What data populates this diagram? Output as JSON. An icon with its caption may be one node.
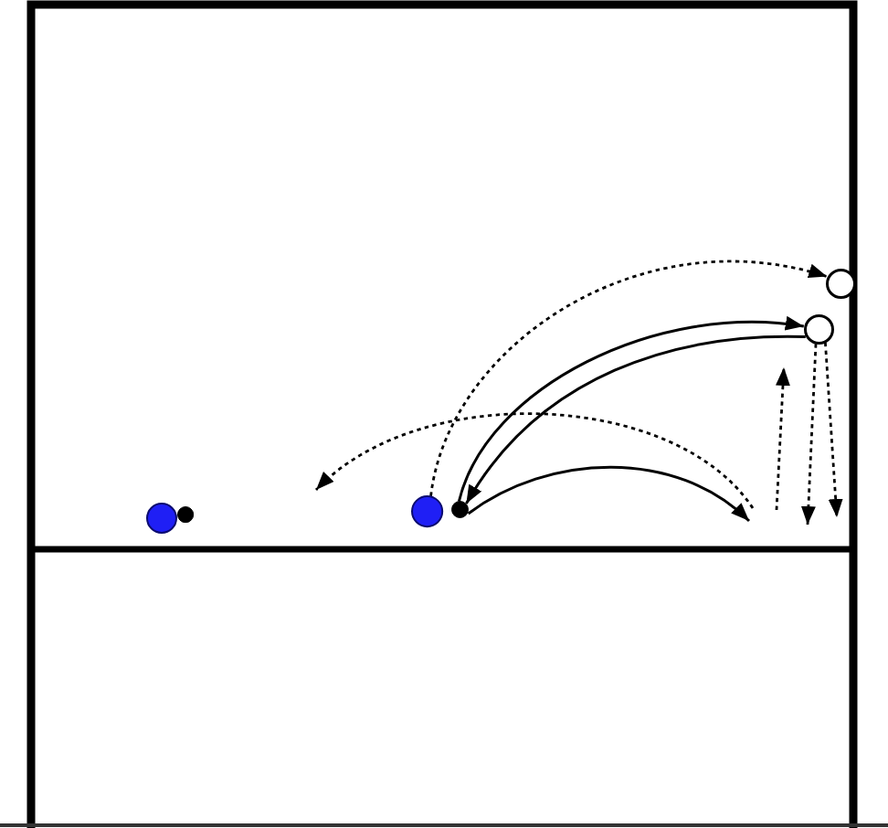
{
  "diagram": {
    "nodes": [
      {
        "text": [],
        "shape": "circle"
      },
      {
        "text": [],
        "shape": "dot"
      },
      {
        "text": [],
        "shape": "circle"
      },
      {
        "text": [],
        "shape": "dot"
      },
      {
        "text": [],
        "shape": "circle"
      },
      {
        "text": [],
        "shape": "circle"
      }
    ],
    "edges": [
      {
        "from": 2,
        "to": 5,
        "arrow": "to",
        "style": "dashed"
      },
      {
        "from": 3,
        "to": 4,
        "arrow": "to"
      },
      {
        "from": 4,
        "to": 3,
        "arrow": "to"
      },
      {
        "from": 3,
        "to": null,
        "arrow": "to"
      },
      {
        "from": 4,
        "to": null,
        "arrow": "to",
        "style": "dashed"
      },
      {
        "from": 4,
        "to": null,
        "arrow": "to",
        "style": "dashed"
      }
    ]
  }
}
